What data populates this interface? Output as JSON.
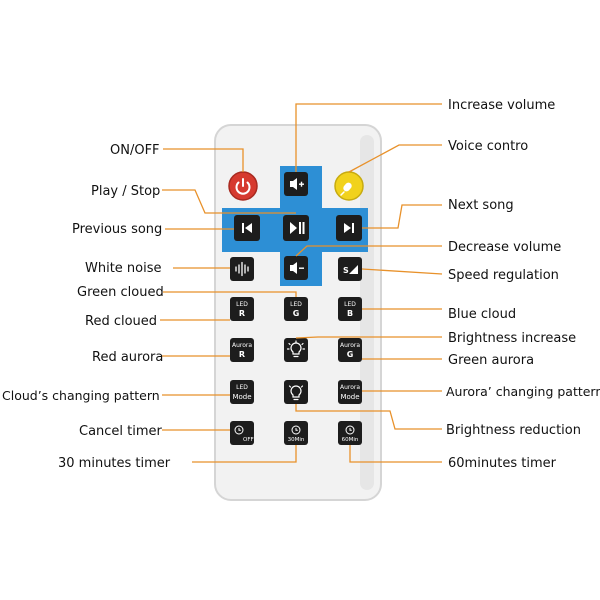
{
  "colors": {
    "leader": "#e8912a",
    "remote_body": "#f2f2f2",
    "remote_edge": "#d5d5d5",
    "key": "#1d1d1d",
    "nav_pad": "#2d8fd5",
    "power": "#d63a2f",
    "voice": "#f1d21c"
  },
  "labels": {
    "increase_volume": "Increase volume",
    "on_off": "ON/OFF",
    "voice_control": "Voice contro",
    "play_stop": "Play / Stop",
    "next_song": "Next song",
    "previous_song": "Previous song",
    "decrease_volume": "Decrease volume",
    "white_noise": "White noise",
    "speed_regulation": "Speed regulation",
    "green_cloud": "Green cloued",
    "blue_cloud": "Blue cloud",
    "red_cloud": "Red cloued",
    "brightness_increase": "Brightness increase",
    "red_aurora": "Red aurora",
    "green_aurora": "Green aurora",
    "cloud_pattern": "Cloud’s changing pattern",
    "aurora_pattern": "Aurora’ changing pattern",
    "cancel_timer": "Cancel timer",
    "brightness_reduction": "Brightness reduction",
    "timer_30": "30 minutes timer",
    "timer_60": "60minutes timer"
  },
  "keys": {
    "led": "LED",
    "aurora": "Aurora",
    "r": "R",
    "g": "G",
    "b": "B",
    "mode": "Mode",
    "speed_s": "S",
    "off": "OFF",
    "min30": "30Min",
    "min60": "60Min"
  }
}
